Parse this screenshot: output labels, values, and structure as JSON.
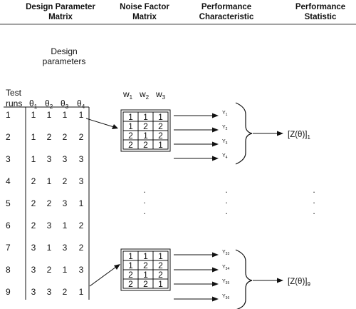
{
  "headers": {
    "design_matrix": [
      "Design Parameter",
      "Matrix"
    ],
    "noise_matrix": [
      "Noise Factor",
      "Matrix"
    ],
    "performance_characteristic": [
      "Performance",
      "Characteristic"
    ],
    "performance_statistic": [
      "Performance",
      "Statistic"
    ]
  },
  "design_parameters_label": [
    "Design",
    "parameters"
  ],
  "test_runs_label": [
    "Test",
    "runs"
  ],
  "theta_subscripts": [
    "1",
    "2",
    "3",
    "4"
  ],
  "design_rows": [
    {
      "run": "1",
      "values": [
        "1",
        "1",
        "1",
        "1"
      ]
    },
    {
      "run": "2",
      "values": [
        "1",
        "2",
        "2",
        "2"
      ]
    },
    {
      "run": "3",
      "values": [
        "1",
        "3",
        "3",
        "3"
      ]
    },
    {
      "run": "4",
      "values": [
        "2",
        "1",
        "2",
        "3"
      ]
    },
    {
      "run": "5",
      "values": [
        "2",
        "2",
        "3",
        "1"
      ]
    },
    {
      "run": "6",
      "values": [
        "2",
        "3",
        "1",
        "2"
      ]
    },
    {
      "run": "7",
      "values": [
        "3",
        "1",
        "3",
        "2"
      ]
    },
    {
      "run": "8",
      "values": [
        "3",
        "2",
        "1",
        "3"
      ]
    },
    {
      "run": "9",
      "values": [
        "3",
        "3",
        "2",
        "1"
      ]
    }
  ],
  "w_subscripts": [
    "1",
    "2",
    "3"
  ],
  "noise_matrix_cells": [
    [
      "1",
      "1",
      "1"
    ],
    [
      "1",
      "2",
      "2"
    ],
    [
      "2",
      "1",
      "2"
    ],
    [
      "2",
      "2",
      "1"
    ]
  ],
  "outputs_top": [
    "1",
    "2",
    "3",
    "4"
  ],
  "outputs_bottom": [
    "33",
    "34",
    "35",
    "36"
  ],
  "statistic_top_subscript": "1",
  "statistic_bottom_subscript": "9"
}
